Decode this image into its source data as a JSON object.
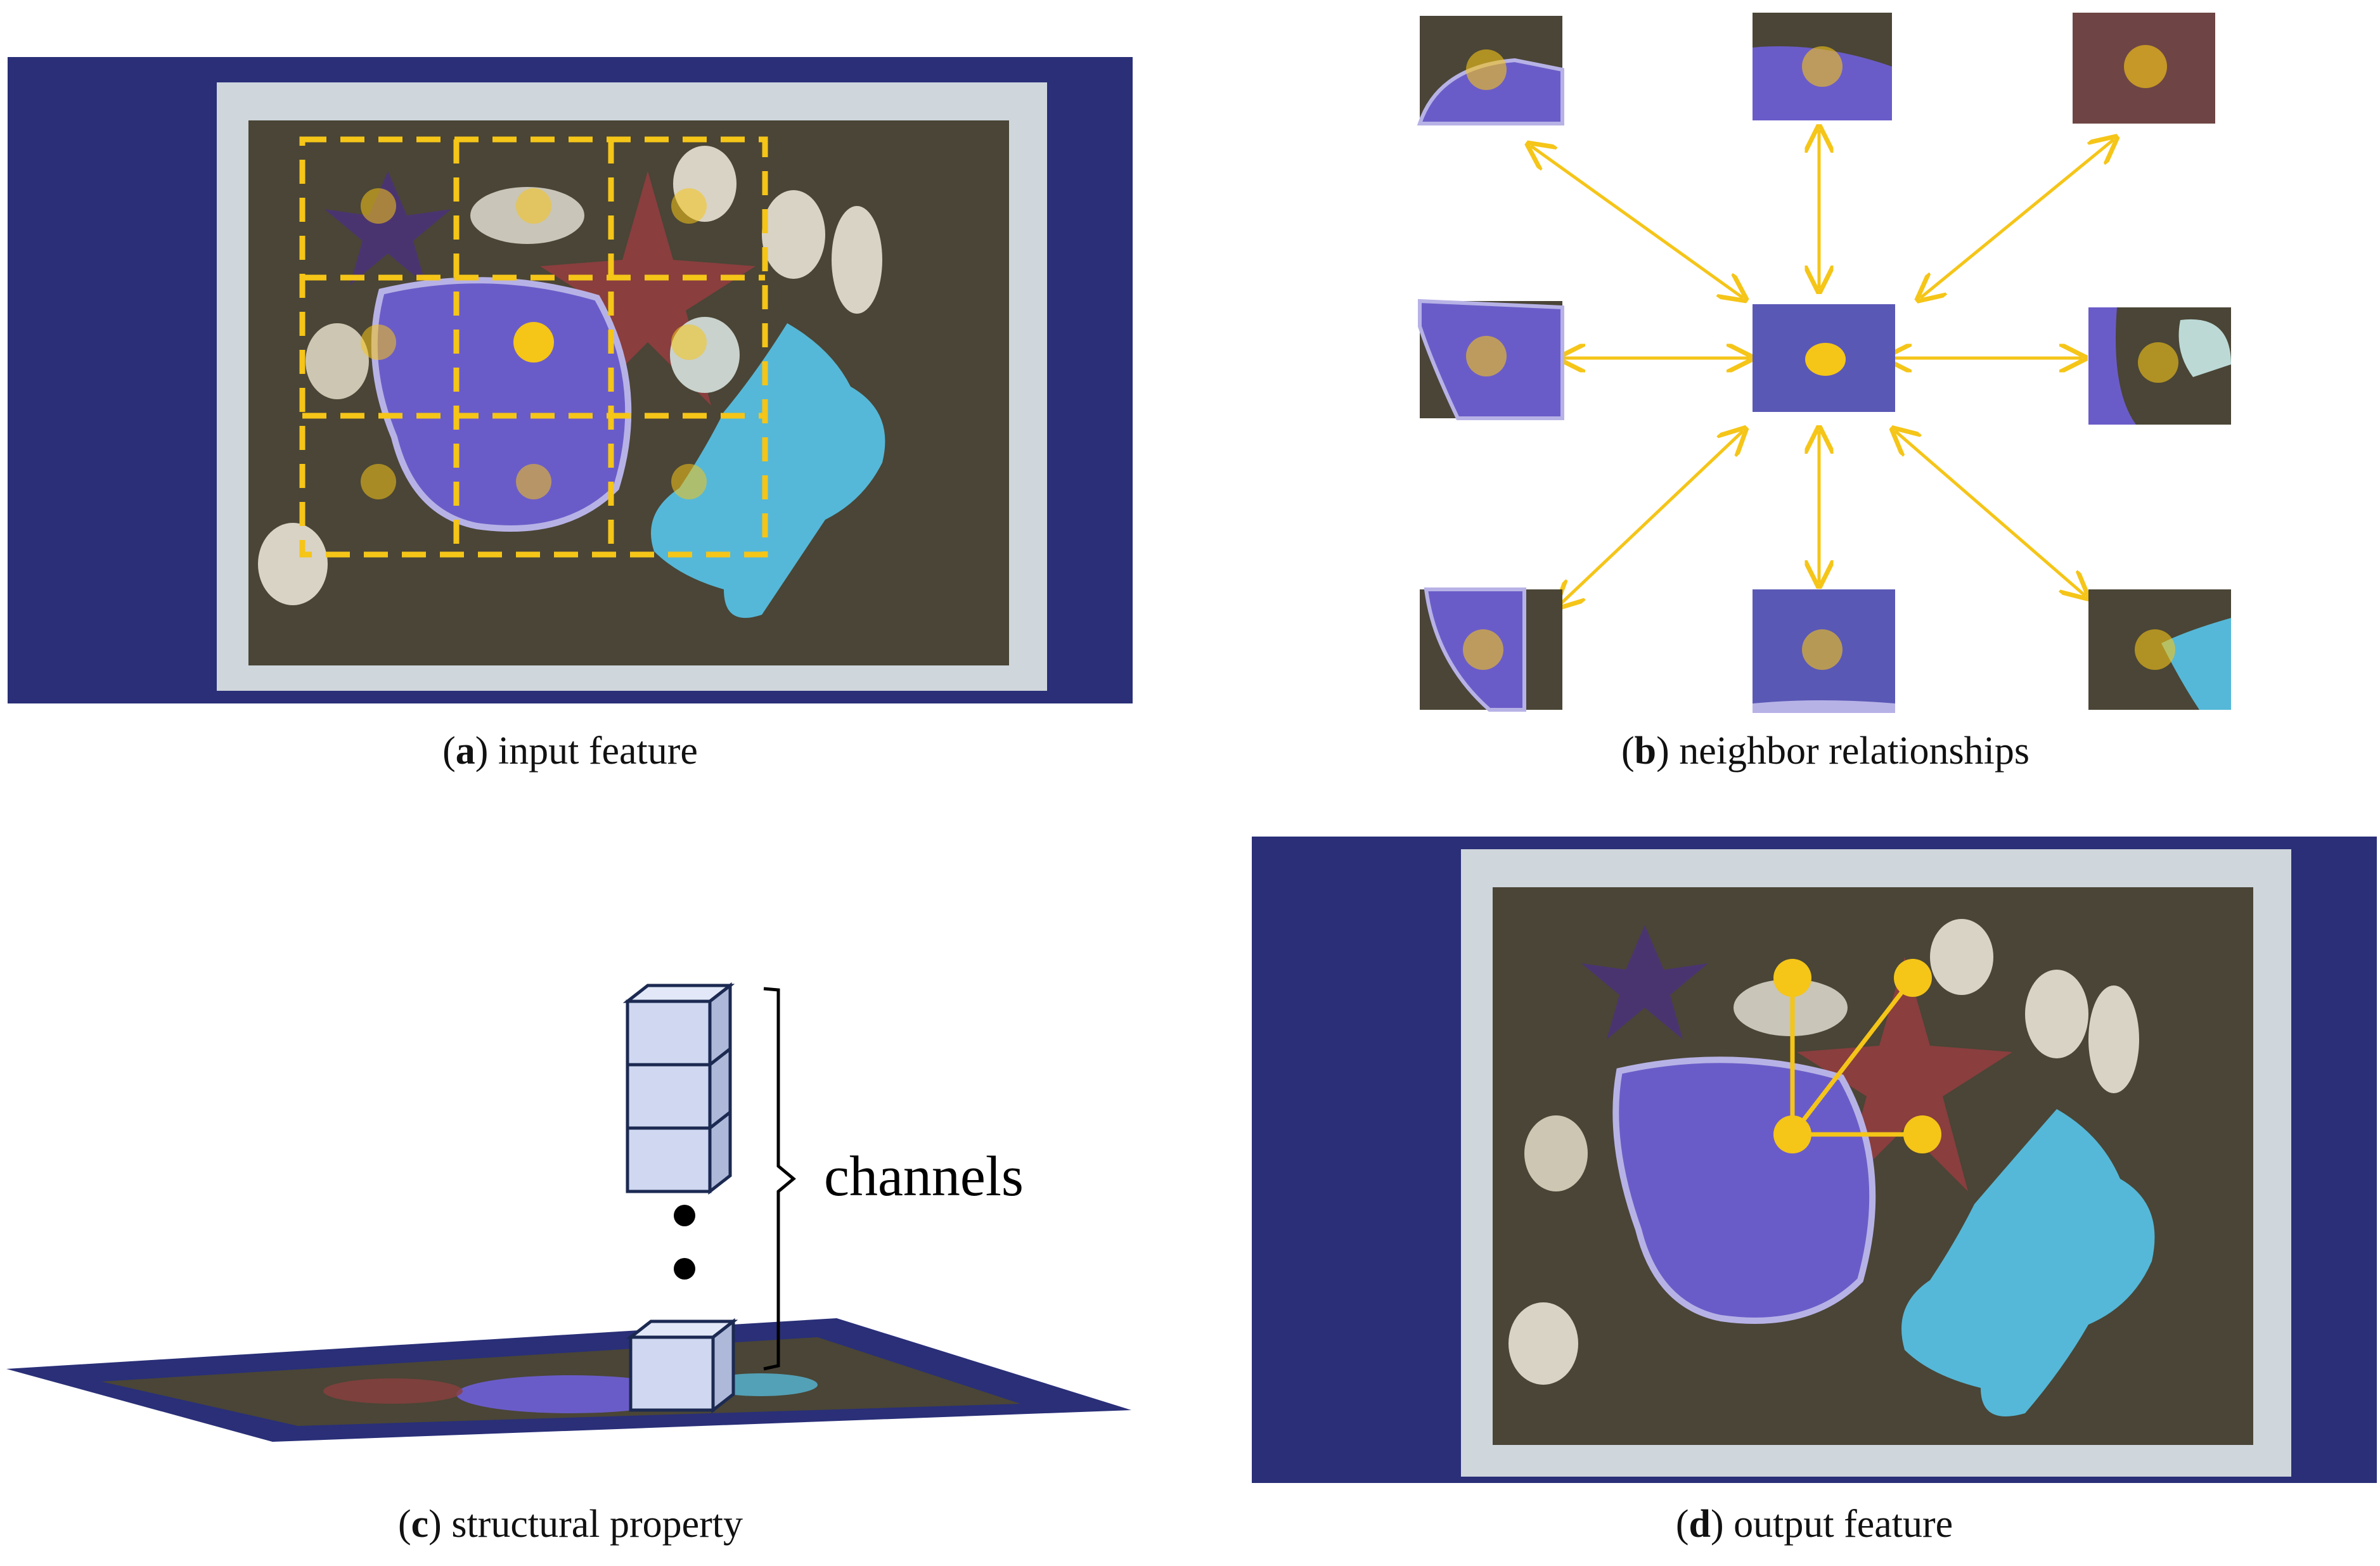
{
  "colors": {
    "background_blue": "#2a2f78",
    "tray_white": "#cfd6dc",
    "sand": "#4a4536",
    "shell_purple": "#6a5cc8",
    "coral_blue": "#55b8d8",
    "starfish_red": "#8a3e3e",
    "highlight_yellow": "#f5c518"
  },
  "panels": {
    "a": {
      "letter": "a",
      "caption": "input feature"
    },
    "b": {
      "letter": "b",
      "caption": "neighbor relationships"
    },
    "c": {
      "letter": "c",
      "caption": "structural property",
      "bracket_label": "channels"
    },
    "d": {
      "letter": "d",
      "caption": "output feature"
    }
  },
  "icons": [
    "tray-photo",
    "grid-cell-marker",
    "neighbor-patch",
    "bidirectional-arrow",
    "feature-cube",
    "graph-node",
    "graph-edge"
  ]
}
